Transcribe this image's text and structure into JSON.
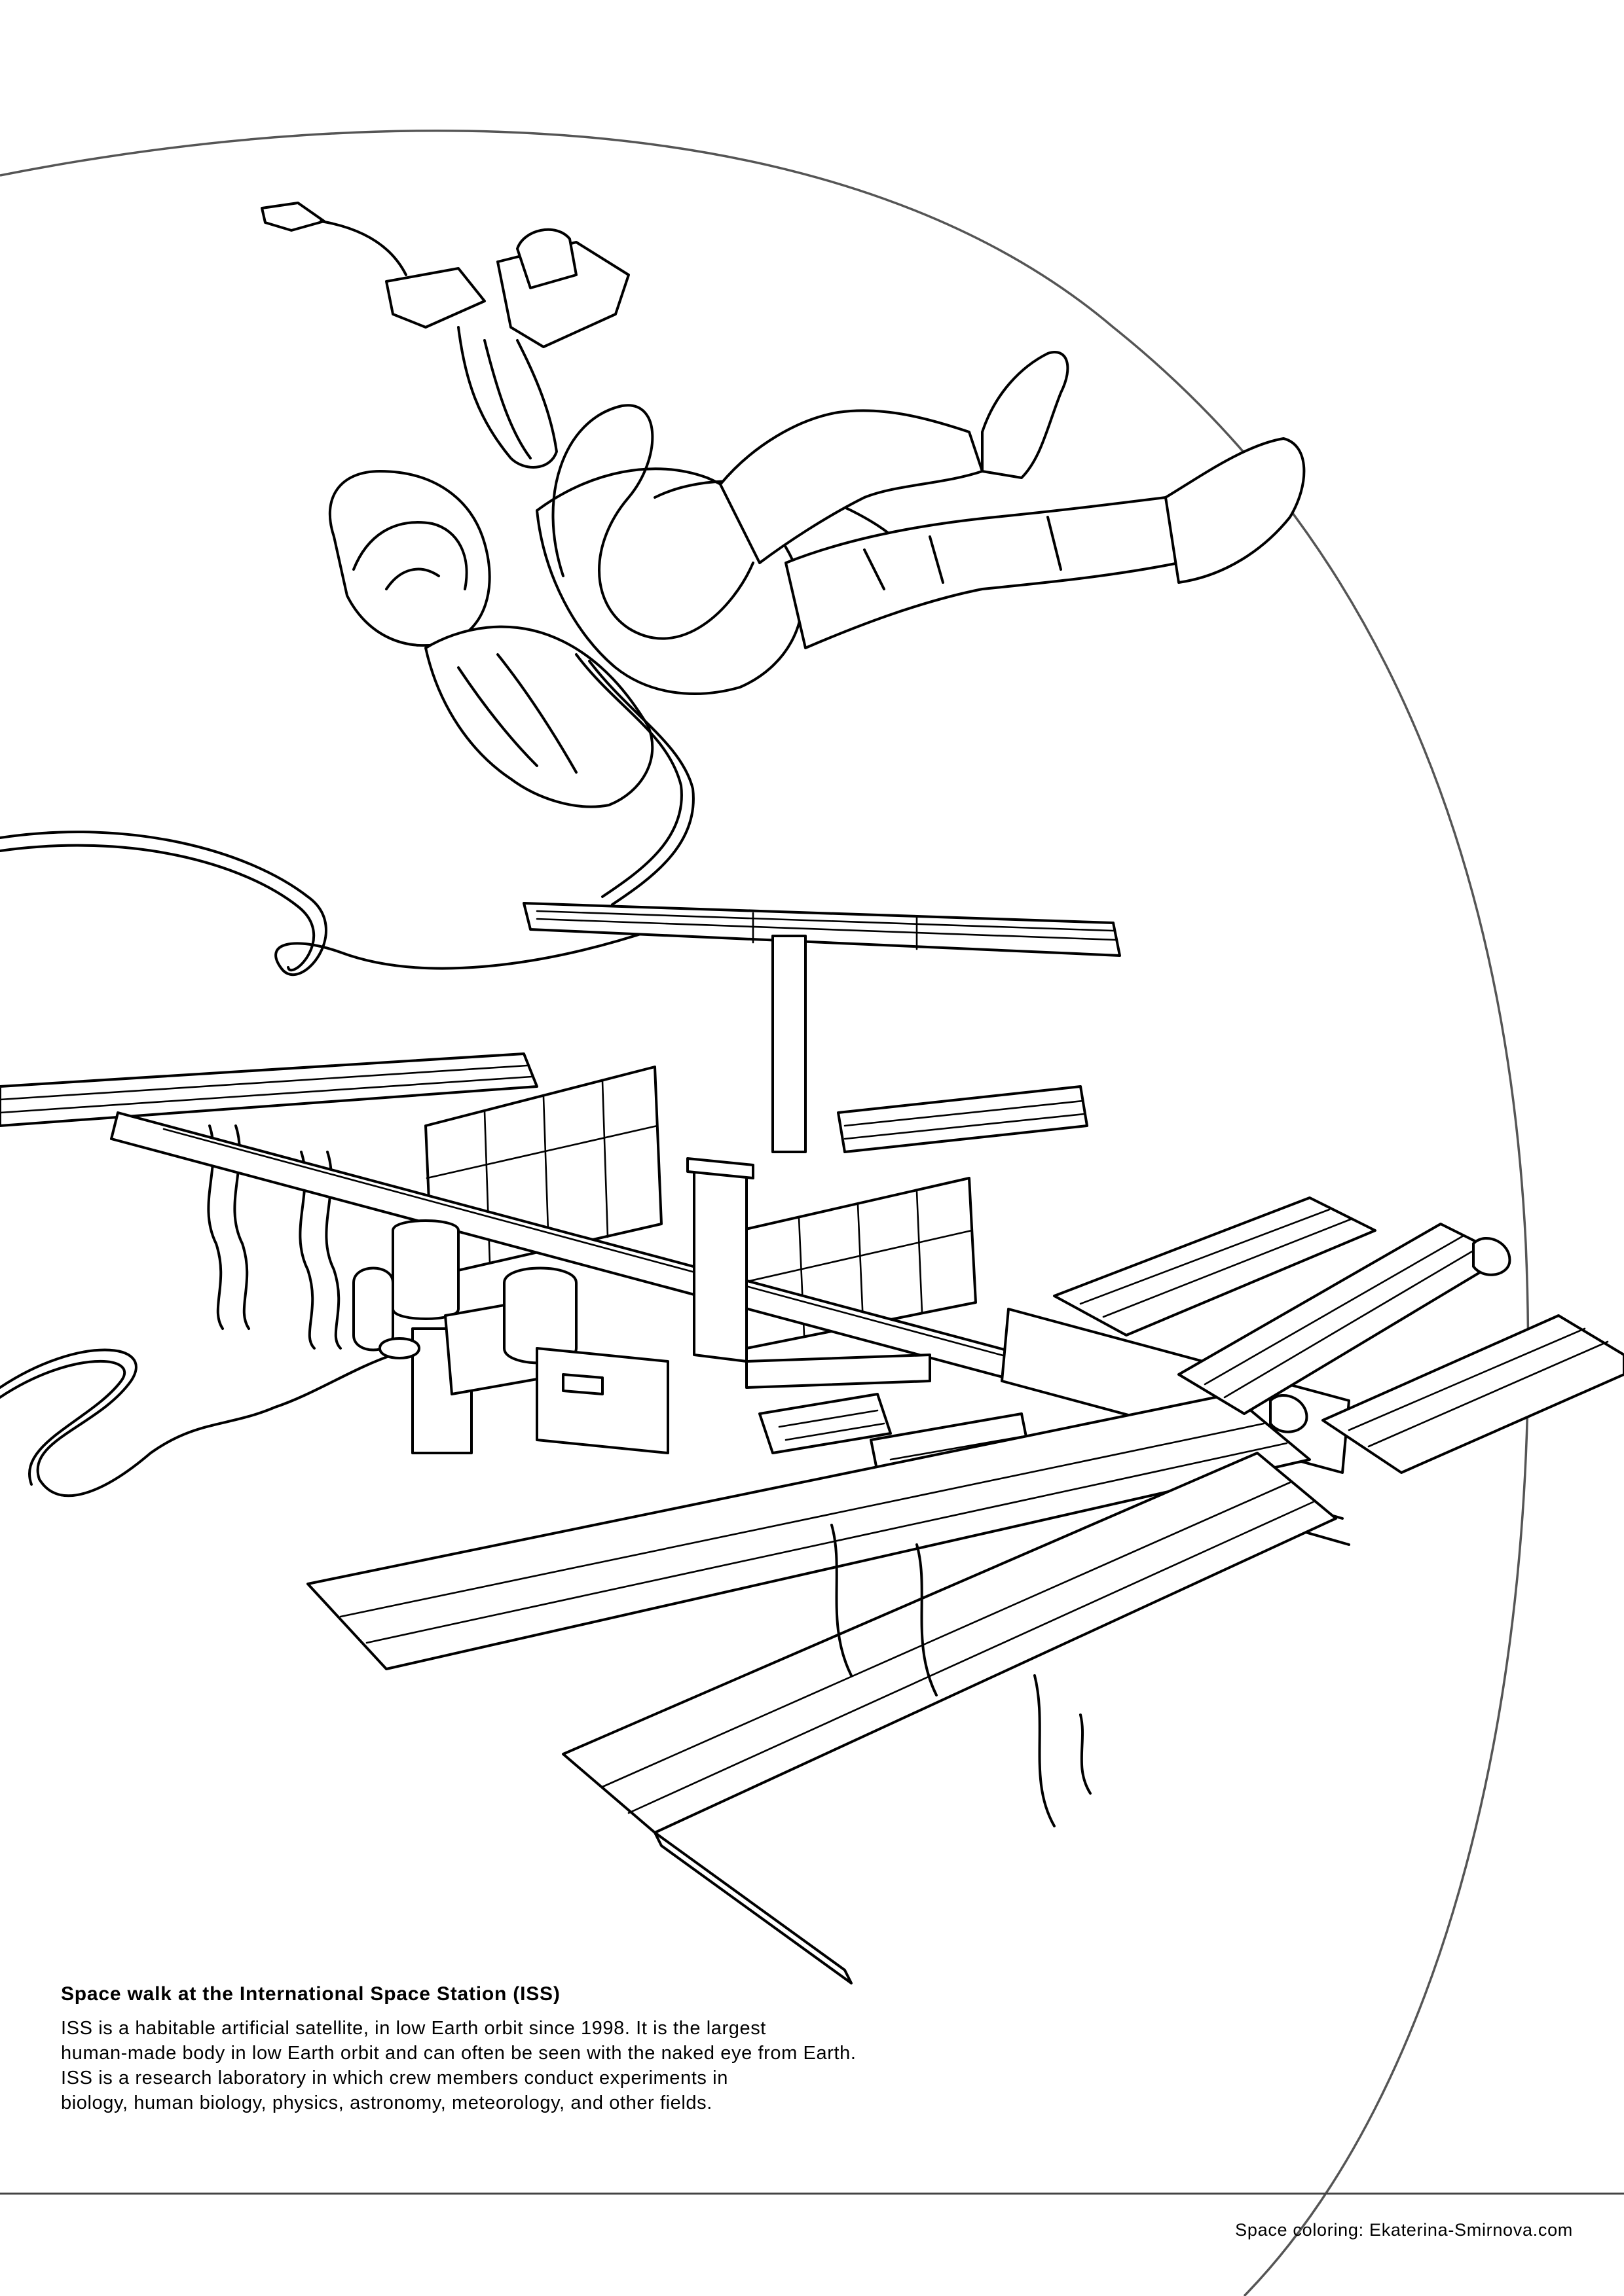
{
  "caption": {
    "title": "Space walk at the International Space Station (ISS)",
    "lines": [
      "ISS is a habitable artificial satellite, in low Earth orbit since 1998. It is the largest",
      "human-made body in low Earth orbit and can often be seen with the naked eye from Earth.",
      "ISS is a research laboratory in which crew members conduct experiments in",
      "biology, human biology, physics, astronomy, meteorology, and other fields."
    ]
  },
  "footer": {
    "credit": "Space coloring: Ekaterina-Smirnova.com"
  },
  "illustration": {
    "subjects": [
      "astronaut-on-spacewalk",
      "international-space-station",
      "orbit-arc"
    ],
    "colors": {
      "line": "#000000",
      "orbit": "#555555",
      "paper": "#ffffff"
    }
  }
}
